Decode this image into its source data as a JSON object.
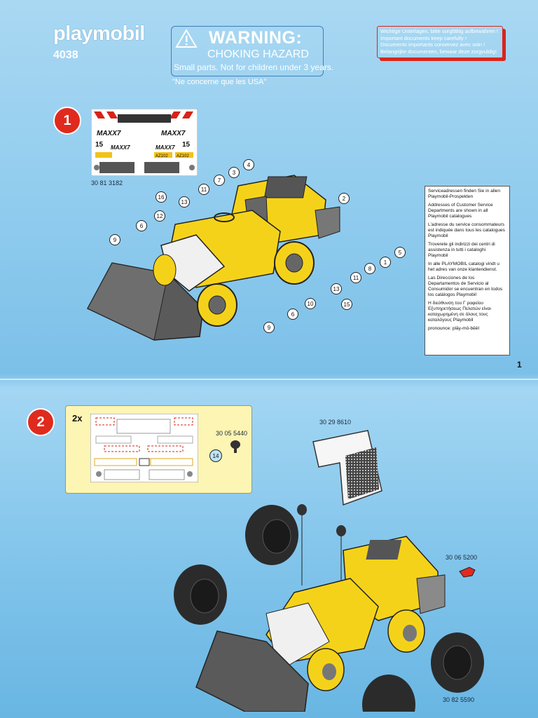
{
  "header": {
    "brand": "playmobil",
    "model": "4038",
    "warning_title": "WARNING:",
    "warning_subtitle": "CHOKING HAZARD",
    "warning_detail": "Small parts. Not for children under 3 years.",
    "warning_note": "\"Ne concerne que les USA\"",
    "keep_notice": [
      "Wichtige Unterlagen, bitte sorgfältig aufbewahren !",
      "Important documents keep carefully !",
      "Documents importants conservez avec soin !",
      "Belangrijke documenten, bewaar deze zorgvuldig!"
    ]
  },
  "step1": {
    "number": "1",
    "sticker_part_no": "30 81 3182",
    "callouts": [
      "16",
      "11",
      "13",
      "7",
      "3",
      "4",
      "2",
      "12",
      "6",
      "9",
      "5",
      "1",
      "8",
      "11",
      "13",
      "15",
      "10",
      "6",
      "9"
    ]
  },
  "service_info": [
    "Serviceadressen finden Sie in allen Playmobil-Prospekten",
    "Addresses of Customer Service Departments are shown in all Playmobil catalogues",
    "L'adresse du service consommateurs est indiquée dans tous les catalogues Playmobil",
    "Troverete gli indirizzi dei centri di assistenza in tutti i cataloghi Playmobil",
    "In alle PLAYMOBIL catalogi vindt u het adres van onze klantendienst.",
    "Las Direcciones de los Departamentos de Servicio al Consumidor se encuentran en todos los catálogos Playmobil",
    "Η διεύθυνση του Γ ραφείου Εξυπηρετήσεως Πελατών είναι καταχωρημένη σε όλους τους καταλόγους Playmobil",
    "pronounce: plāy-mō-bēēl"
  ],
  "page_number": "1",
  "step2": {
    "number": "2",
    "quantity": "2x",
    "part_no_small": "30 05 5440",
    "callout": "14",
    "part_no_grille": "30 29 8610",
    "part_no_hook": "30 06 5200",
    "part_no_tire": "30 82 5590"
  },
  "sticker_text": {
    "brand": "MAXX7",
    "num": "15",
    "code": "AZ102"
  },
  "colors": {
    "accent_red": "#e02a1e",
    "vehicle_yellow": "#f5d21a",
    "panel_yellow": "#fdf5b3"
  }
}
